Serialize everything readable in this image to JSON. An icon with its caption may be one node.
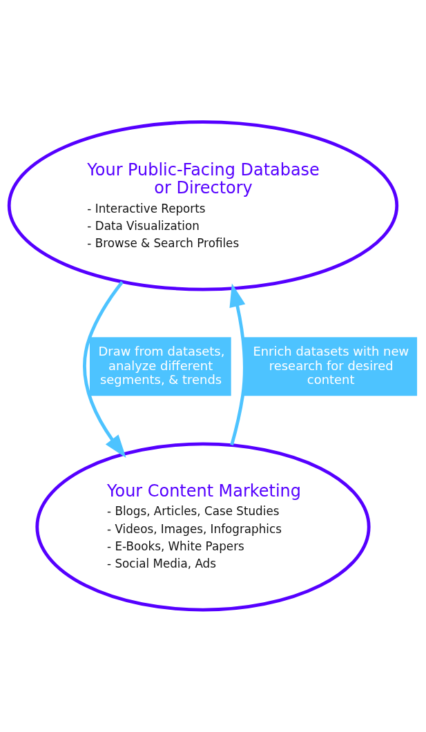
{
  "diagram": {
    "nodes": [
      {
        "text": [
          "Your Public-Facing Database or Directory",
          "- Interactive Reports",
          "- Data Visualization",
          "- Browse & Search Profiles"
        ]
      },
      {
        "text": [
          "Your Content Marketing",
          "- Blogs, Articles, Case Studies",
          "- Videos, Images, Infographics",
          "- E-Books, White Papers",
          "- Social Media, Ads"
        ]
      }
    ],
    "edges": [
      {
        "from": 0,
        "to": 1,
        "arrow": "to",
        "label": "Draw from datasets, analyze different segments, & trends"
      },
      {
        "from": 1,
        "to": 0,
        "arrow": "to",
        "label": "Enrich datasets with new research for desired content"
      }
    ]
  }
}
